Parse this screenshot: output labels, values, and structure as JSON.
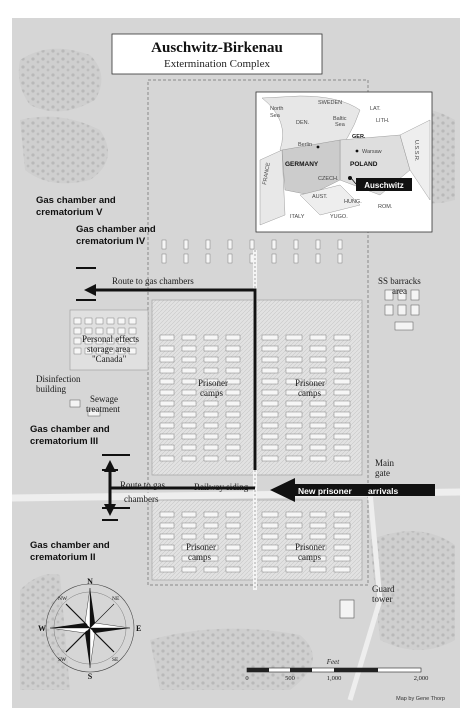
{
  "title": {
    "main": "Auschwitz-Birkenau",
    "sub": "Extermination Complex"
  },
  "labels": {
    "gc5": [
      "Gas chamber and",
      "crematorium V"
    ],
    "gc4": [
      "Gas chamber and",
      "crematorium IV"
    ],
    "gc3": [
      "Gas chamber and",
      "crematorium III"
    ],
    "gc2": [
      "Gas chamber and",
      "crematorium II"
    ],
    "route_top": "Route to gas chambers",
    "route_bottom": [
      "Route to gas",
      "chambers"
    ],
    "personal_effects": [
      "Personal effects",
      "storage area",
      "\"Canada\""
    ],
    "disinfection": [
      "Disinfection",
      "building"
    ],
    "sewage": [
      "Sewage",
      "treatment"
    ],
    "prisoner_camps": [
      "Prisoner",
      "camps"
    ],
    "ss_barracks": [
      "SS barracks",
      "area"
    ],
    "main_gate": [
      "Main",
      "gate"
    ],
    "railway": "Railway siding",
    "new_prisoner": "New prisoner",
    "arrivals": "arrivals",
    "guard_tower": [
      "Guard",
      "tower"
    ]
  },
  "inset": {
    "north_sea": [
      "North",
      "Sea"
    ],
    "sweden": "SWEDEN",
    "lat": "LAT.",
    "den": "DEN.",
    "lith": "LITH.",
    "baltic": [
      "Baltic",
      "Sea"
    ],
    "berlin": "Berlin",
    "ger": "GER.",
    "warsaw": "Warsaw",
    "germany": "GERMANY",
    "poland": "POLAND",
    "ussr": "U.S.S.R.",
    "czech": "CZECH.",
    "france": "FRANCE",
    "aust": "AUST.",
    "hung": "HUNG.",
    "rom": "ROM.",
    "italy": "ITALY",
    "yugo": "YUGO.",
    "auschwitz": "Auschwitz"
  },
  "compass": {
    "n": "N",
    "s": "S",
    "e": "E",
    "w": "W",
    "ne": "NE",
    "nw": "NW",
    "se": "SE",
    "sw": "SW"
  },
  "scale": {
    "unit": "Feet",
    "ticks": [
      "0",
      "500",
      "1,000",
      "2,000"
    ]
  },
  "credit": "Map by Gene Thorp",
  "colors": {
    "ground": "#d6d6d6",
    "paper": "#ffffff",
    "ink": "#111111",
    "road": "#ececec",
    "inset_bg": "#ffffff"
  }
}
